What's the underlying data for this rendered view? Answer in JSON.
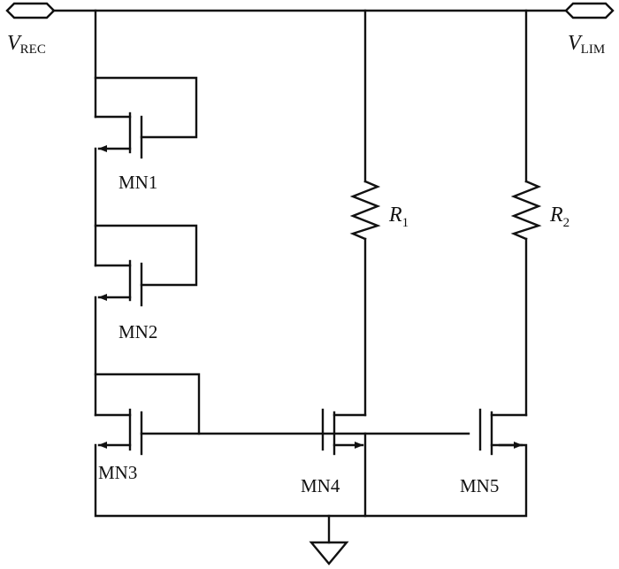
{
  "ports": {
    "left": {
      "var": "V",
      "sub": "REC"
    },
    "right": {
      "var": "V",
      "sub": "LIM"
    }
  },
  "transistors": [
    {
      "id": "mn1",
      "label": "MN1"
    },
    {
      "id": "mn2",
      "label": "MN2"
    },
    {
      "id": "mn3",
      "label": "MN3"
    },
    {
      "id": "mn4",
      "label": "MN4"
    },
    {
      "id": "mn5",
      "label": "MN5"
    }
  ],
  "resistors": [
    {
      "id": "r1",
      "var": "R",
      "sub": "1"
    },
    {
      "id": "r2",
      "var": "R",
      "sub": "2"
    }
  ],
  "colors": {
    "wire": "#111111",
    "background": "#ffffff"
  }
}
